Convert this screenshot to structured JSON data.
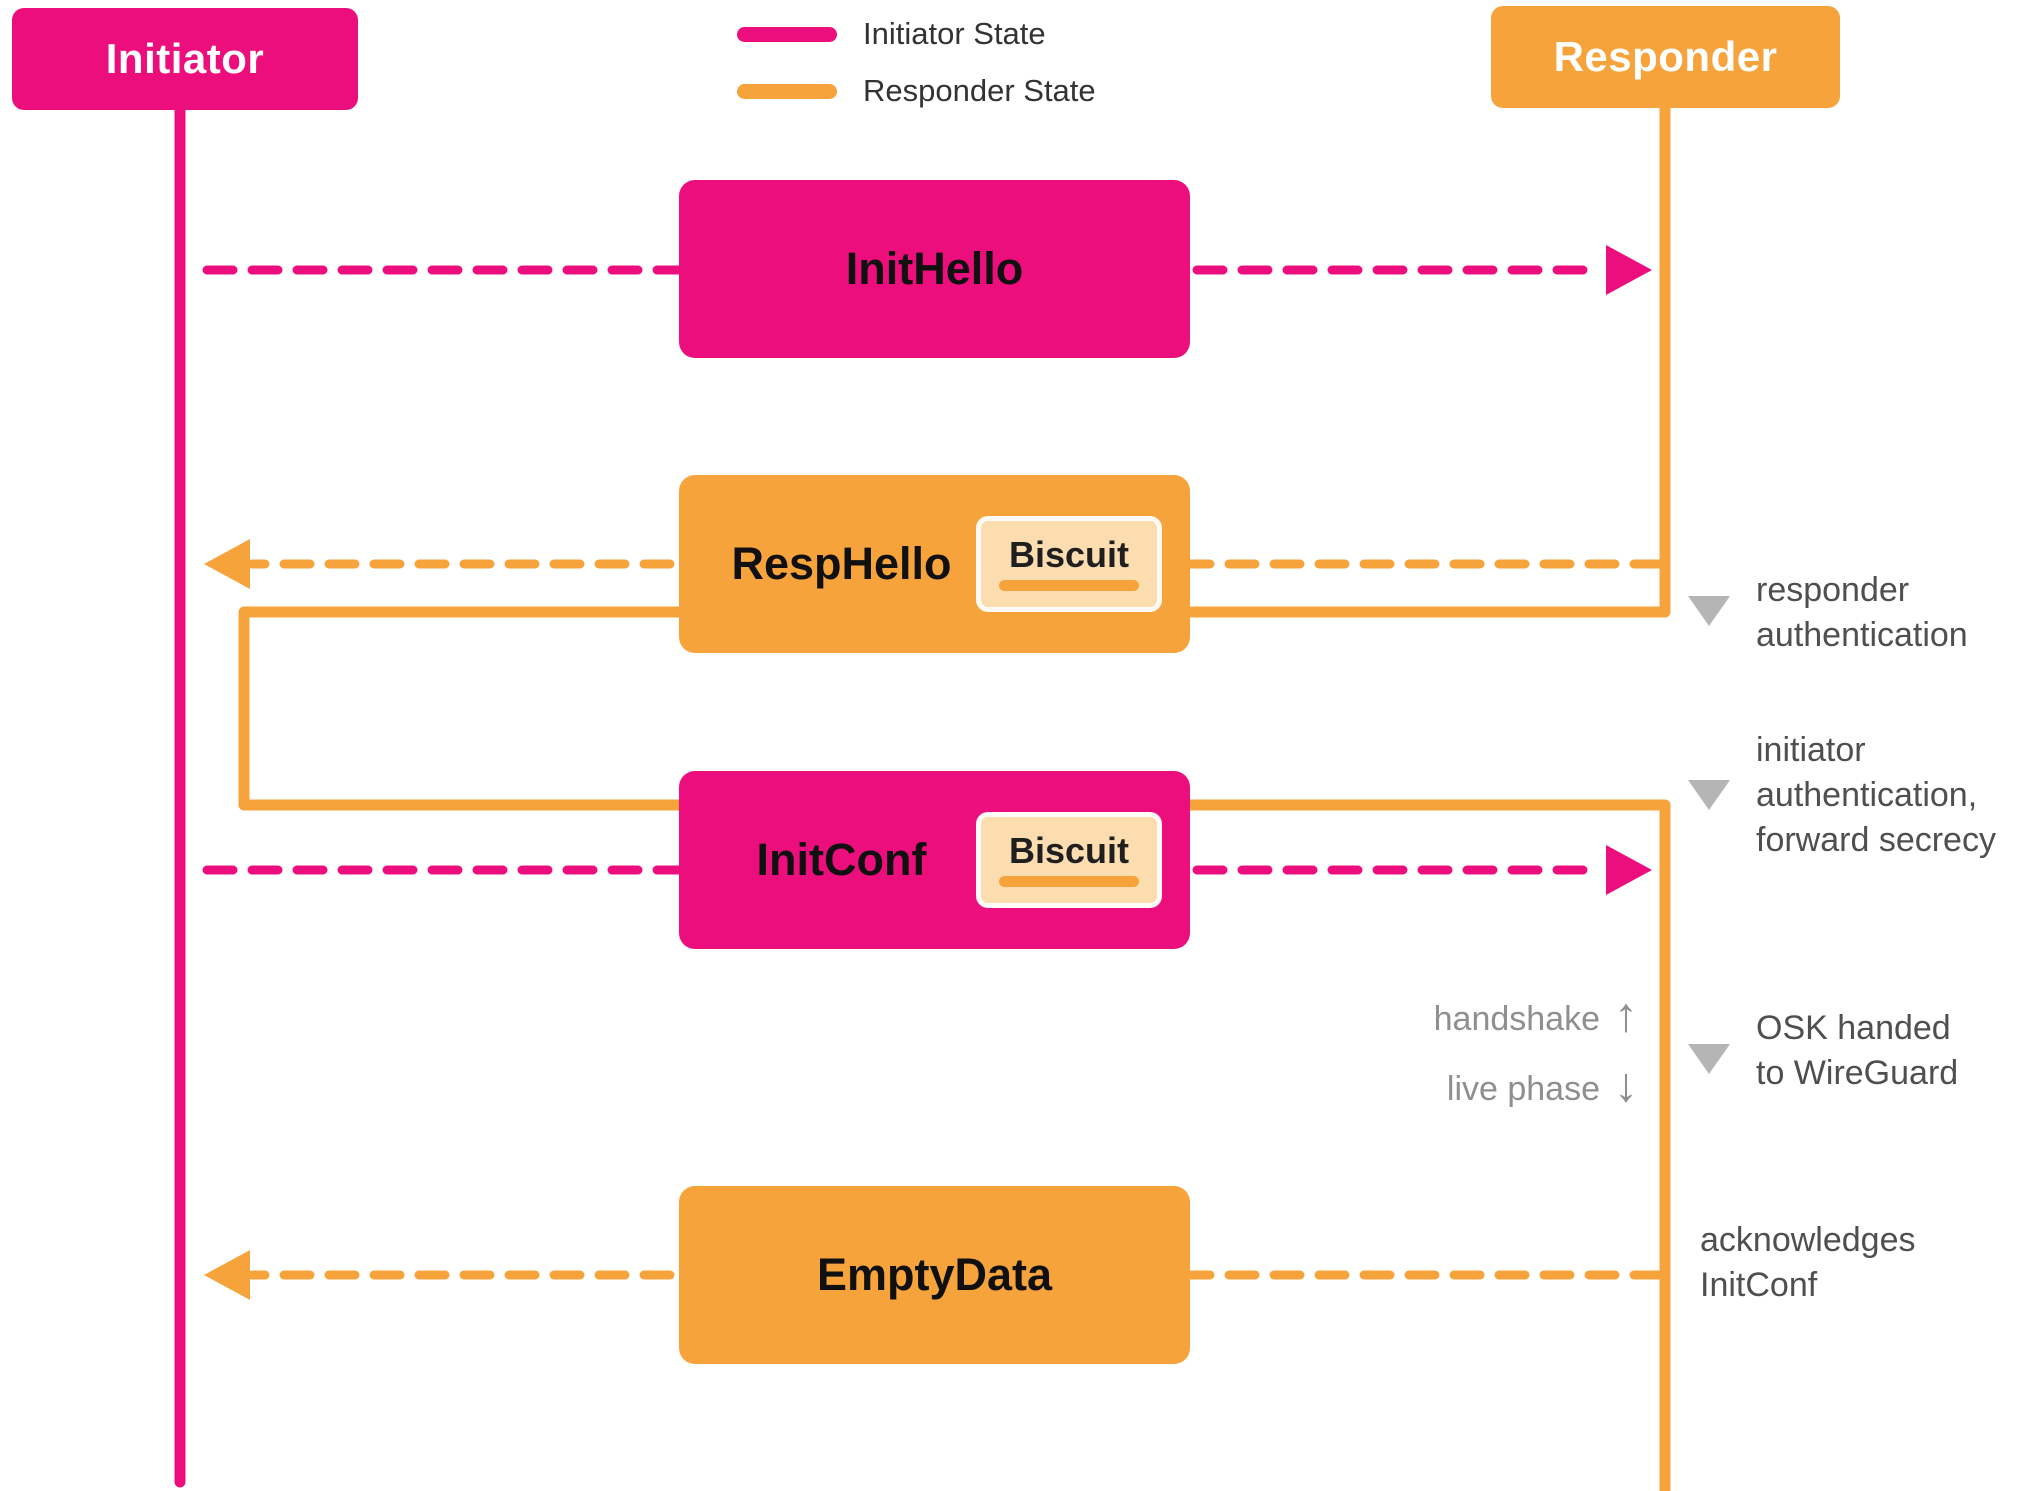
{
  "palette": {
    "pink": "#ED0E7D",
    "orange": "#F7A33C",
    "biscuit-bg": "#FBDDB0",
    "biscuit-bar": "#F7A33C",
    "gray-text": "#4f4f4f",
    "gray-light": "#b5b5b5",
    "gray-mid": "#8f8f8f"
  },
  "actors": {
    "initiator": "Initiator",
    "responder": "Responder"
  },
  "legend": {
    "initiator_state": "Initiator State",
    "responder_state": "Responder State"
  },
  "messages": {
    "inithello": "InitHello",
    "resphello": "RespHello",
    "resphello_biscuit": "Biscuit",
    "initconf": "InitConf",
    "initconf_biscuit": "Biscuit",
    "emptydata": "EmptyData"
  },
  "annotations": {
    "responder_auth_1": "responder",
    "responder_auth_2": "authentication",
    "initiator_auth_1": "initiator",
    "initiator_auth_2": "authentication,",
    "initiator_auth_3": "forward secrecy",
    "handshake": "handshake",
    "live_phase": "live phase",
    "osk_1": "OSK handed",
    "osk_2": "to WireGuard",
    "ack_1": "acknowledges",
    "ack_2": "InitConf"
  }
}
